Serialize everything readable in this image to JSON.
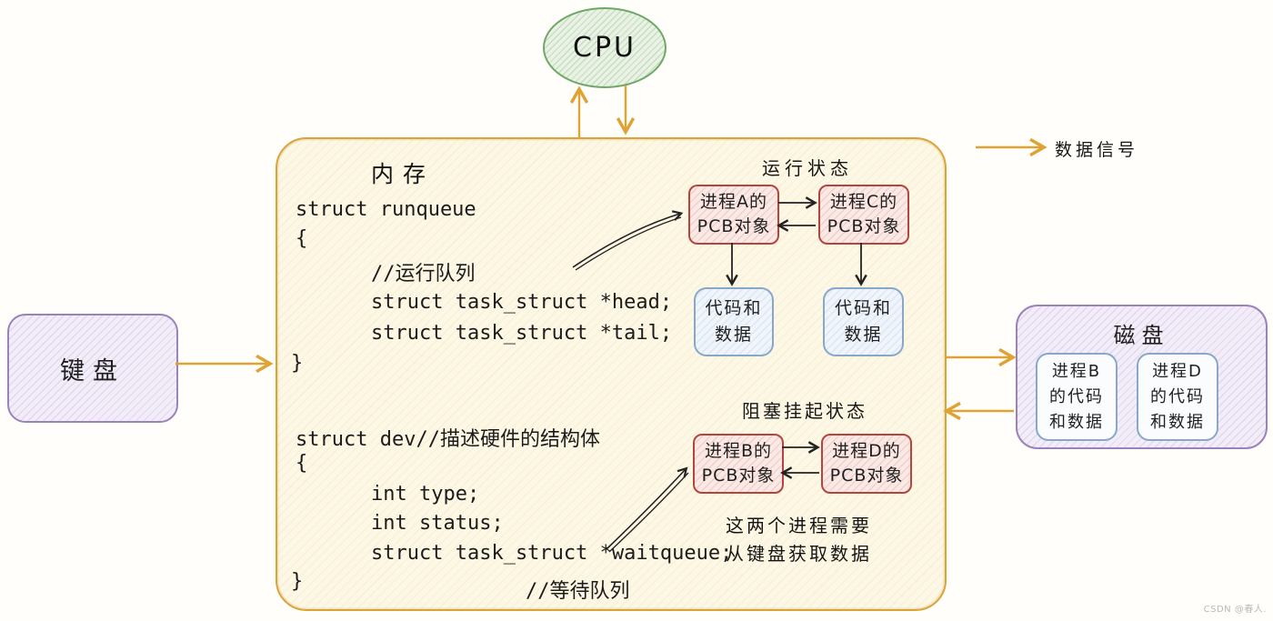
{
  "cpu": {
    "label": "CPU"
  },
  "legend": {
    "label": "数据信号"
  },
  "keyboard": {
    "label": "键盘"
  },
  "disk": {
    "title": "磁盘",
    "box_b": {
      "l1": "进程B",
      "l2": "的代码",
      "l3": "和数据"
    },
    "box_d": {
      "l1": "进程D",
      "l2": "的代码",
      "l3": "和数据"
    }
  },
  "memory": {
    "title": "内存",
    "runqueue": {
      "l1": "struct runqueue",
      "l2": "{",
      "l3": "//运行队列",
      "l4": "struct task_struct *head;",
      "l5": "struct task_struct *tail;",
      "l6": "}"
    },
    "dev": {
      "l1": "struct dev//描述硬件的结构体",
      "l2": "{",
      "l3": "int type;",
      "l4": "int status;",
      "l5": "struct task_struct *waitqueue;",
      "l6": "}",
      "l7": "//等待队列"
    },
    "running": {
      "label": "运行状态",
      "pcb_a": {
        "l1": "进程A的",
        "l2": "PCB对象"
      },
      "pcb_c": {
        "l1": "进程C的",
        "l2": "PCB对象"
      },
      "code_a": {
        "l1": "代码和",
        "l2": "数据"
      },
      "code_c": {
        "l1": "代码和",
        "l2": "数据"
      }
    },
    "blocked": {
      "label": "阻塞挂起状态",
      "pcb_b": {
        "l1": "进程B的",
        "l2": "PCB对象"
      },
      "pcb_d": {
        "l1": "进程D的",
        "l2": "PCB对象"
      },
      "note": {
        "l1": "这两个进程需要",
        "l2": "从键盘获取数据"
      }
    }
  },
  "watermark": "CSDN @春人.",
  "colors": {
    "accent_orange": "#dfa233",
    "cpu_green": "#6fa866",
    "pcb_red": "#b5453c",
    "data_blue": "#89a7cb",
    "device_purple": "#9b82b8",
    "arrow_black": "#222222"
  }
}
